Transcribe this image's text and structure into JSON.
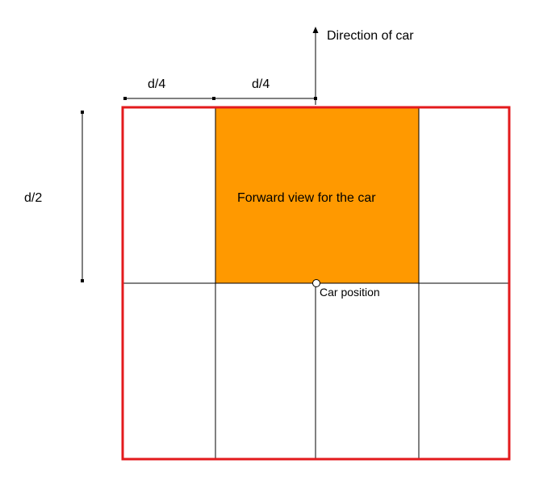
{
  "labels": {
    "direction": "Direction of car",
    "dim_d4_left": "d/4",
    "dim_d4_right": "d/4",
    "dim_d2": "d/2",
    "forward_view": "Forward view for the car",
    "car_position": "Car position"
  },
  "colors": {
    "border": "#e31a1c",
    "forward_view_fill": "#ff9900",
    "grid_line": "#000000",
    "background": "#ffffff"
  }
}
